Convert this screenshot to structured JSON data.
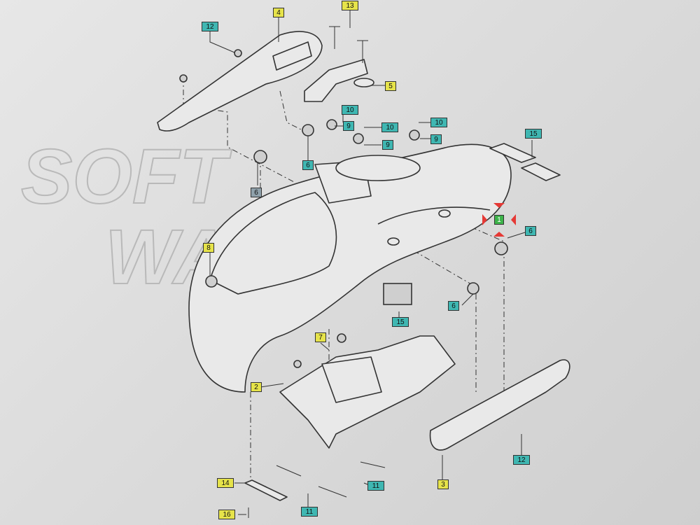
{
  "watermark": {
    "line1": "SOFT",
    "line2": "WAY"
  },
  "callouts": [
    {
      "id": "c12a",
      "text": "12",
      "color": "teal"
    },
    {
      "id": "c4",
      "text": "4",
      "color": "yellow"
    },
    {
      "id": "c13",
      "text": "13",
      "color": "yellow"
    },
    {
      "id": "c5",
      "text": "5",
      "color": "yellow"
    },
    {
      "id": "c10a",
      "text": "10",
      "color": "teal"
    },
    {
      "id": "c10b",
      "text": "10",
      "color": "teal"
    },
    {
      "id": "c10c",
      "text": "10",
      "color": "teal"
    },
    {
      "id": "c9a",
      "text": "9",
      "color": "teal"
    },
    {
      "id": "c9b",
      "text": "9",
      "color": "teal"
    },
    {
      "id": "c9c",
      "text": "9",
      "color": "teal"
    },
    {
      "id": "c6a",
      "text": "6",
      "color": "teal"
    },
    {
      "id": "c6b",
      "text": "6",
      "color": "gray"
    },
    {
      "id": "c15a",
      "text": "15",
      "color": "teal"
    },
    {
      "id": "c1",
      "text": "1",
      "color": "green"
    },
    {
      "id": "c6c",
      "text": "6",
      "color": "teal"
    },
    {
      "id": "c8",
      "text": "8",
      "color": "yellow"
    },
    {
      "id": "c6d",
      "text": "6",
      "color": "teal"
    },
    {
      "id": "c15b",
      "text": "15",
      "color": "teal"
    },
    {
      "id": "c7",
      "text": "7",
      "color": "yellow"
    },
    {
      "id": "c2",
      "text": "2",
      "color": "yellow"
    },
    {
      "id": "c12b",
      "text": "12",
      "color": "teal"
    },
    {
      "id": "c14",
      "text": "14",
      "color": "yellow"
    },
    {
      "id": "c11a",
      "text": "11",
      "color": "teal"
    },
    {
      "id": "c3",
      "text": "3",
      "color": "yellow"
    },
    {
      "id": "c11b",
      "text": "11",
      "color": "teal"
    },
    {
      "id": "c16",
      "text": "16",
      "color": "yellow"
    }
  ],
  "colors": {
    "teal": "#3fb7b2",
    "yellow": "#e6e34a",
    "green": "#3db34a",
    "marker": "#e53935"
  }
}
